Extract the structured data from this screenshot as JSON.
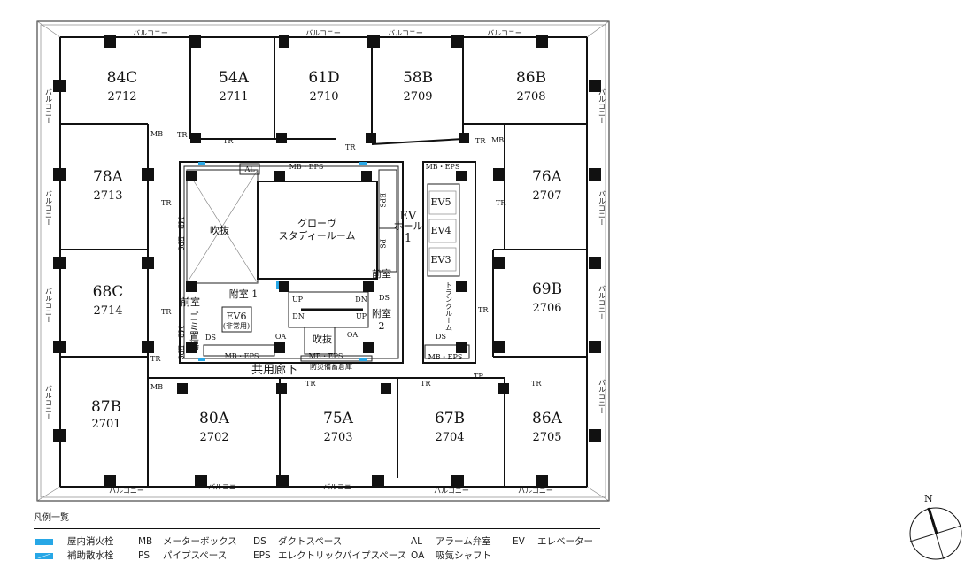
{
  "units": [
    {
      "code": "84C",
      "number": "2712"
    },
    {
      "code": "54A",
      "number": "2711"
    },
    {
      "code": "61D",
      "number": "2710"
    },
    {
      "code": "58B",
      "number": "2709"
    },
    {
      "code": "86B",
      "number": "2708"
    },
    {
      "code": "78A",
      "number": "2713"
    },
    {
      "code": "76A",
      "number": "2707"
    },
    {
      "code": "68C",
      "number": "2714"
    },
    {
      "code": "69B",
      "number": "2706"
    },
    {
      "code": "87B",
      "number": "2701"
    },
    {
      "code": "80A",
      "number": "2702"
    },
    {
      "code": "75A",
      "number": "2703"
    },
    {
      "code": "67B",
      "number": "2704"
    },
    {
      "code": "86A",
      "number": "2705"
    }
  ],
  "balcony_label": "バルコニー",
  "tr": "TR",
  "mb": "MB",
  "rooms": {
    "void": "吹抜",
    "study_room_1": "グローヴ",
    "study_room_2": "スタディールーム",
    "ev_hall_1": "EV",
    "ev_hall_2": "ホール",
    "ev_hall_3": "1",
    "ev5": "EV5",
    "ev4": "EV4",
    "ev3": "EV3",
    "ev6": "EV6",
    "ev6_sub": "(非常用)",
    "anteroom": "前室",
    "annex1": "附室 1",
    "annex2a": "附室",
    "annex2b": "2",
    "trunk_room": "トランクルーム",
    "garbage": "ゴミ置場",
    "corridor": "共用廊下",
    "disaster_storage": "防災備蓄倉庫",
    "al": "AL",
    "oa": "OA",
    "ds": "DS",
    "ps": "PS",
    "eps": "EPS",
    "mb_eps": "MB・EPS",
    "up": "UP",
    "dn": "DN"
  },
  "compass": "N",
  "legend": {
    "title": "凡例一覧",
    "items": [
      {
        "abbr": "",
        "label": "屋内消火栓"
      },
      {
        "abbr": "",
        "label": "補助散水栓"
      },
      {
        "abbr": "MB",
        "label": "メーターボックス"
      },
      {
        "abbr": "PS",
        "label": "パイプスペース"
      },
      {
        "abbr": "DS",
        "label": "ダクトスペース"
      },
      {
        "abbr": "EPS",
        "label": "エレクトリックパイプスペース"
      },
      {
        "abbr": "AL",
        "label": "アラーム弁室"
      },
      {
        "abbr": "OA",
        "label": "吸気シャフト"
      },
      {
        "abbr": "EV",
        "label": "エレベーター"
      }
    ]
  },
  "colors": {
    "hydrant": "#27a7e6",
    "wall": "#111111"
  }
}
